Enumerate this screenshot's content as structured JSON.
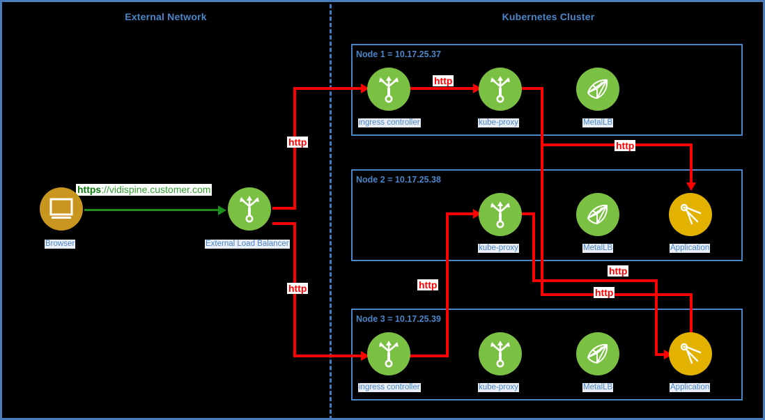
{
  "zones": [
    {
      "title": "External Network"
    },
    {
      "title": "Kubernetes Cluster"
    }
  ],
  "connection": {
    "url_scheme": "https",
    "url_rest": "://vidispine.customer.com",
    "http_label": "http"
  },
  "external": {
    "browser": {
      "label": "Browser",
      "icon": "monitor-icon"
    },
    "load_balancer": {
      "label": "External Load Balancer",
      "icon": "router-fork-icon"
    }
  },
  "nodes": [
    {
      "label": "Node 1 = 10.17.25.37",
      "components": [
        {
          "label": "ingress controller",
          "icon": "router-fork-icon",
          "color": "#7ac143"
        },
        {
          "label": "kube-proxy",
          "icon": "router-fork-icon",
          "color": "#7ac143"
        },
        {
          "label": "MetalLB",
          "icon": "mesh-net-icon",
          "color": "#7ac143"
        }
      ]
    },
    {
      "label": "Node 2 = 10.17.25.38",
      "components": [
        {
          "label": "kube-proxy",
          "icon": "router-fork-icon",
          "color": "#7ac143"
        },
        {
          "label": "MetalLB",
          "icon": "mesh-net-icon",
          "color": "#7ac143"
        },
        {
          "label": "Application",
          "icon": "compass-divider-icon",
          "color": "#e3b100"
        }
      ]
    },
    {
      "label": "Node 3 = 10.17.25.39",
      "components": [
        {
          "label": "ingress controller",
          "icon": "router-fork-icon",
          "color": "#7ac143"
        },
        {
          "label": "kube-proxy",
          "icon": "router-fork-icon",
          "color": "#7ac143"
        },
        {
          "label": "MetalLB",
          "icon": "mesh-net-icon",
          "color": "#7ac143"
        },
        {
          "label": "Application",
          "icon": "compass-divider-icon",
          "color": "#e3b100"
        }
      ]
    }
  ],
  "flow_labels": [
    {
      "text": "http"
    },
    {
      "text": "http"
    },
    {
      "text": "http"
    },
    {
      "text": "http"
    },
    {
      "text": "http"
    },
    {
      "text": "http"
    },
    {
      "text": "http"
    }
  ],
  "colors": {
    "frame": "#4a7ebb",
    "zone_title": "#4a86c8",
    "node_border": "#4a86c8",
    "flow_red": "#ff0000",
    "flow_green": "#1a8f1a",
    "service_green": "#7ac143",
    "app_gold": "#e3b100",
    "browser_brown": "#c8961f",
    "background": "#000000"
  }
}
